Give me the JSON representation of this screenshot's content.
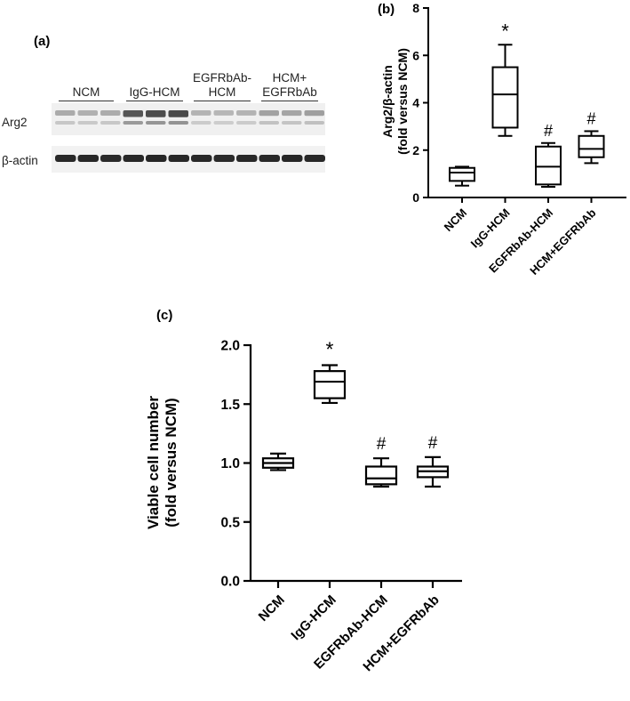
{
  "panel_a": {
    "label": "(a)",
    "groups": [
      "NCM",
      "IgG-HCM",
      "EGFRbAb-\nHCM",
      "HCM+\nEGFRbAb"
    ],
    "rows": [
      "Arg2",
      "β-actin"
    ],
    "arg2_intensity": [
      0.35,
      0.32,
      0.34,
      0.85,
      0.9,
      0.92,
      0.3,
      0.28,
      0.3,
      0.4,
      0.38,
      0.42
    ],
    "actin_intensity": [
      0.95,
      0.95,
      0.94,
      0.95,
      0.96,
      0.95,
      0.95,
      0.94,
      0.95,
      0.95,
      0.96,
      0.95
    ]
  },
  "chart_data": [
    {
      "panel": "(b)",
      "type": "box",
      "categories": [
        "NCM",
        "IgG-HCM",
        "EGFRbAb-HCM",
        "HCM+EGFRbAb"
      ],
      "ylabel": "Arg2/β-actin\n(fold versus NCM)",
      "ylim": [
        0,
        8
      ],
      "yticks": [
        "0",
        "2",
        "4",
        "6",
        "8"
      ],
      "boxes": [
        {
          "min": 0.5,
          "q1": 0.7,
          "median": 1.05,
          "q3": 1.25,
          "max": 1.3
        },
        {
          "min": 2.6,
          "q1": 2.95,
          "median": 4.35,
          "q3": 5.5,
          "max": 6.45
        },
        {
          "min": 0.45,
          "q1": 0.55,
          "median": 1.3,
          "q3": 2.15,
          "max": 2.3
        },
        {
          "min": 1.45,
          "q1": 1.7,
          "median": 2.05,
          "q3": 2.6,
          "max": 2.8
        }
      ],
      "annotations": [
        "",
        "*",
        "#",
        "#"
      ]
    },
    {
      "panel": "(c)",
      "type": "box",
      "categories": [
        "NCM",
        "IgG-HCM",
        "EGFRbAb-HCM",
        "HCM+EGFRbAb"
      ],
      "ylabel": "Viable cell number\n(fold versus NCM)",
      "ylim": [
        0,
        2.0
      ],
      "yticks": [
        "0.0",
        "0.5",
        "1.0",
        "1.5",
        "2.0"
      ],
      "boxes": [
        {
          "min": 0.94,
          "q1": 0.96,
          "median": 1.0,
          "q3": 1.04,
          "max": 1.08
        },
        {
          "min": 1.51,
          "q1": 1.55,
          "median": 1.69,
          "q3": 1.78,
          "max": 1.83
        },
        {
          "min": 0.8,
          "q1": 0.82,
          "median": 0.87,
          "q3": 0.97,
          "max": 1.04
        },
        {
          "min": 0.8,
          "q1": 0.88,
          "median": 0.93,
          "q3": 0.97,
          "max": 1.05
        }
      ],
      "annotations": [
        "",
        "*",
        "#",
        "#"
      ]
    }
  ]
}
